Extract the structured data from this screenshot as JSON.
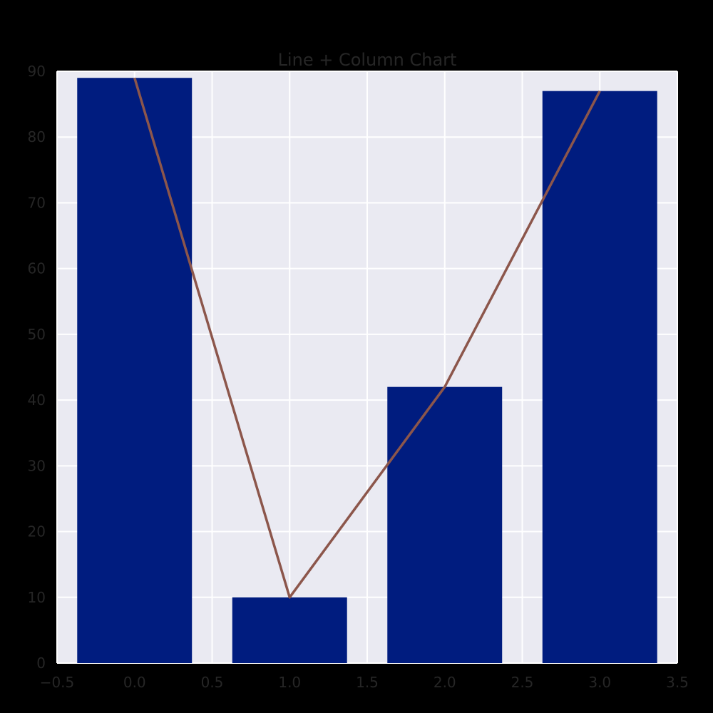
{
  "chart_data": {
    "type": "bar",
    "title": "Line + Column Chart",
    "xlabel": "",
    "ylabel": "",
    "x": [
      0,
      1,
      2,
      3
    ],
    "bar_values": [
      89,
      10,
      42,
      87
    ],
    "line_values": [
      89,
      10,
      42,
      87
    ],
    "xlim": [
      -0.5,
      3.5
    ],
    "ylim": [
      0,
      90
    ],
    "xticks": [
      -0.5,
      0.0,
      0.5,
      1.0,
      1.5,
      2.0,
      2.5,
      3.0,
      3.5
    ],
    "xtick_labels": [
      "−0.5",
      "0.0",
      "0.5",
      "1.0",
      "1.5",
      "2.0",
      "2.5",
      "3.0",
      "3.5"
    ],
    "yticks": [
      0,
      10,
      20,
      30,
      40,
      50,
      60,
      70,
      80,
      90
    ],
    "ytick_labels": [
      "0",
      "10",
      "20",
      "30",
      "40",
      "50",
      "60",
      "70",
      "80",
      "90"
    ],
    "grid": true,
    "legend": "none",
    "colors": {
      "page_background": "#000000",
      "plot_background": "#eaeaf2",
      "grid": "#ffffff",
      "bars": "#001c7f",
      "line": "#8c564b",
      "text": "#262626"
    }
  }
}
